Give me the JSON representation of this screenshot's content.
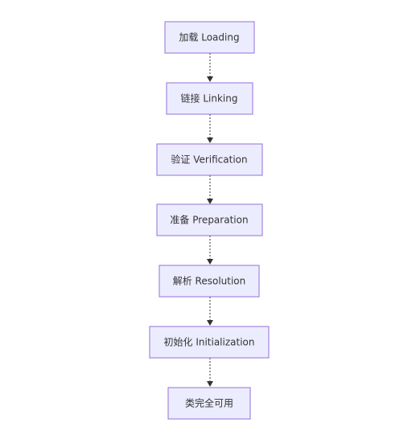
{
  "diagram": {
    "nodes": [
      {
        "id": "loading",
        "label": "加载 Loading"
      },
      {
        "id": "linking",
        "label": "链接 Linking"
      },
      {
        "id": "verification",
        "label": "验证 Verification"
      },
      {
        "id": "preparation",
        "label": "准备 Preparation"
      },
      {
        "id": "resolution",
        "label": "解析 Resolution"
      },
      {
        "id": "initialization",
        "label": "初始化 Initialization"
      },
      {
        "id": "usable",
        "label": "类完全可用"
      }
    ],
    "edges": [
      {
        "from": "loading",
        "to": "linking"
      },
      {
        "from": "linking",
        "to": "verification"
      },
      {
        "from": "verification",
        "to": "preparation"
      },
      {
        "from": "preparation",
        "to": "resolution"
      },
      {
        "from": "resolution",
        "to": "initialization"
      },
      {
        "from": "initialization",
        "to": "usable"
      }
    ]
  },
  "colors": {
    "node_fill": "#ECECFF",
    "node_stroke": "#9370DB",
    "edge": "#333333",
    "text": "#333333"
  }
}
